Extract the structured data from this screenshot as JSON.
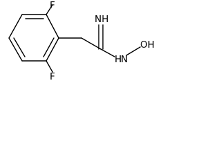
{
  "molecule": {
    "atoms": {
      "fluorine_top": "F",
      "fluorine_bottom": "F",
      "imine": "NH",
      "hydroxyamino_nh": "N",
      "hydroxyamino_h": "H",
      "hydroxyl": "OH"
    }
  }
}
